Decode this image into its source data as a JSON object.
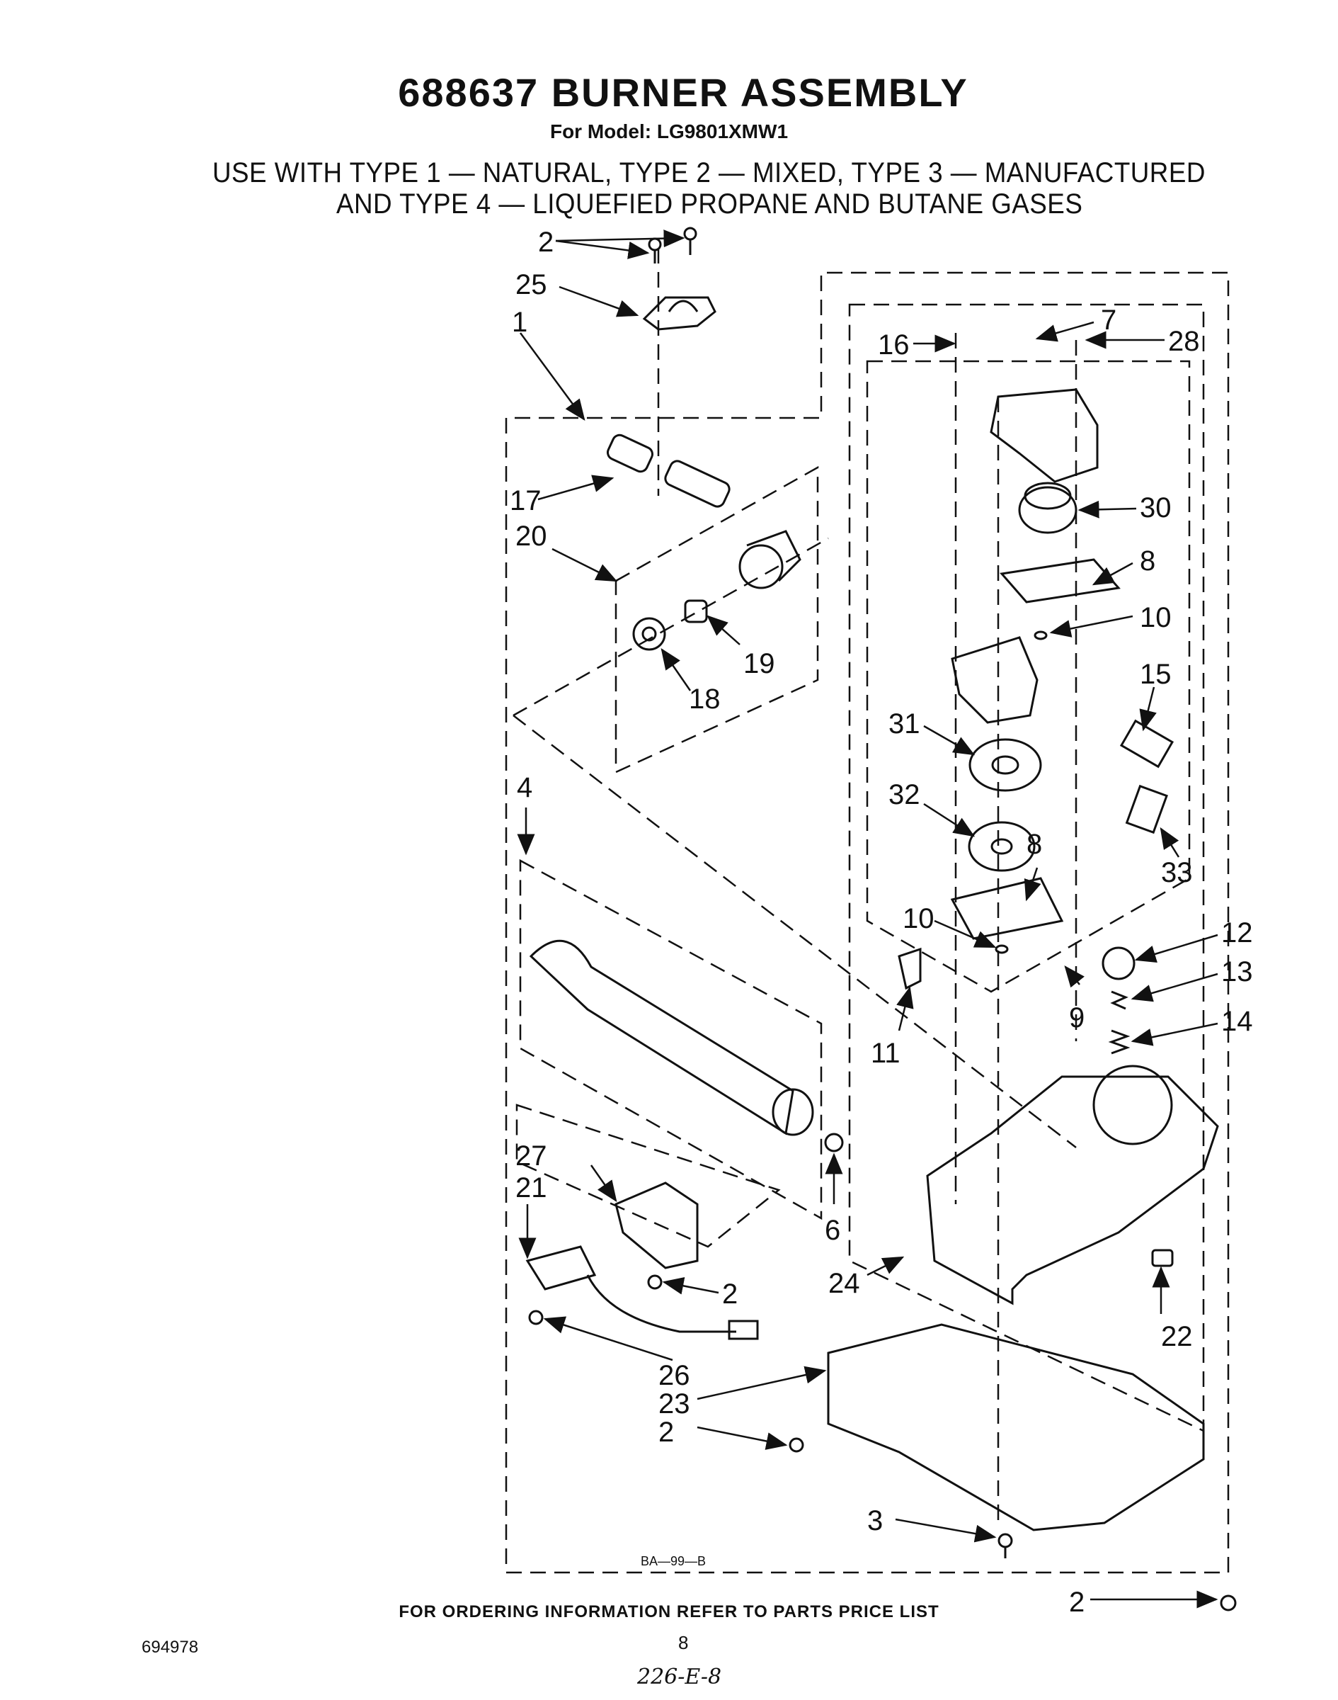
{
  "header": {
    "title": "688637 BURNER ASSEMBLY",
    "model": "For Model: LG9801XMW1",
    "use_line1": "USE WITH TYPE 1 — NATURAL, TYPE 2 — MIXED, TYPE 3 — MANUFACTURED",
    "use_line2": "AND TYPE 4 — LIQUEFIED PROPANE AND BUTANE GASES"
  },
  "diagram": {
    "drawing_code": "BA—99—B",
    "callouts": {
      "c1": "1",
      "c2a": "2",
      "c2b": "2",
      "c2c": "2",
      "c2d": "2",
      "c3": "3",
      "c4": "4",
      "c6": "6",
      "c7": "7",
      "c8a": "8",
      "c8b": "8",
      "c9": "9",
      "c10a": "10",
      "c10b": "10",
      "c11": "11",
      "c12": "12",
      "c13": "13",
      "c14": "14",
      "c15": "15",
      "c16": "16",
      "c17": "17",
      "c18": "18",
      "c19": "19",
      "c20": "20",
      "c21": "21",
      "c22": "22",
      "c23": "23",
      "c24": "24",
      "c25": "25",
      "c26": "26",
      "c27": "27",
      "c28": "28",
      "c30": "30",
      "c31": "31",
      "c32": "32",
      "c33": "33"
    }
  },
  "footer": {
    "ordering_info": "FOR ORDERING INFORMATION REFER TO PARTS PRICE LIST",
    "doc_number": "694978",
    "page_number": "8",
    "handwritten_note": "226-E-8"
  }
}
